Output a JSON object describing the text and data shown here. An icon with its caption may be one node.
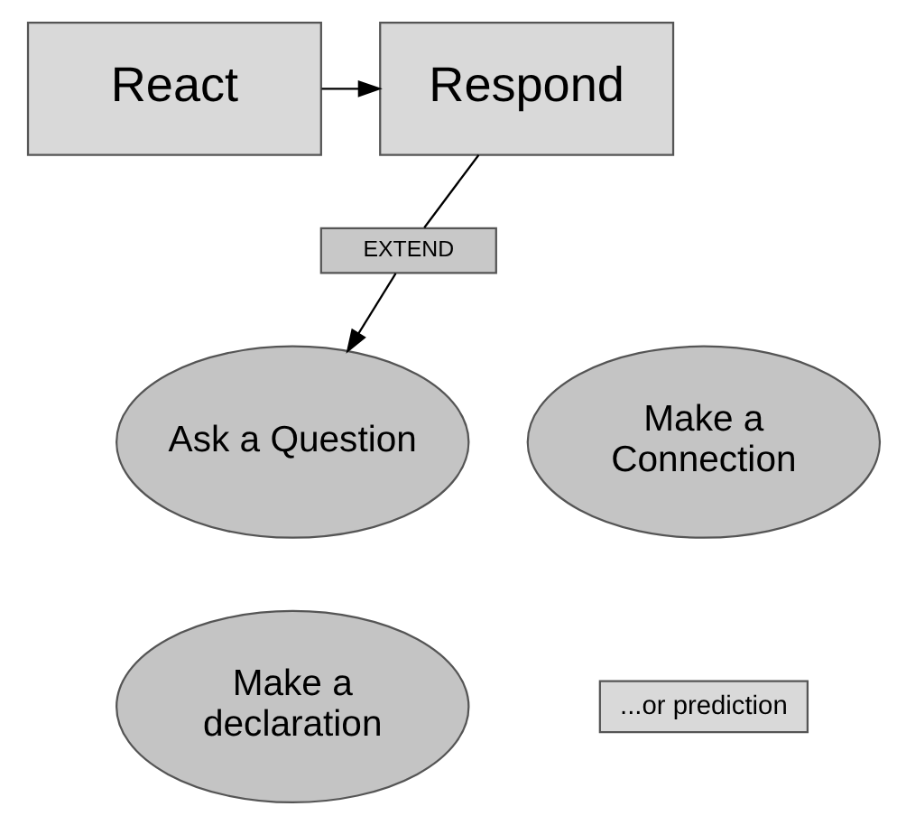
{
  "diagram": {
    "nodes": [
      {
        "text": [
          "React"
        ]
      },
      {
        "text": [
          "Respond"
        ]
      },
      {
        "text": [
          "EXTEND"
        ]
      },
      {
        "text": [
          "Ask a Question"
        ]
      },
      {
        "text": [
          "Make a Connection"
        ]
      },
      {
        "text": [
          "Make a declaration"
        ]
      },
      {
        "text": [
          "...or prediction"
        ]
      }
    ],
    "edges": [
      {
        "from": 0,
        "to": 1,
        "arrow": "to"
      },
      {
        "from": 1,
        "to": 2,
        "arrow": "none"
      },
      {
        "from": 2,
        "to": 3,
        "arrow": "to"
      }
    ]
  }
}
